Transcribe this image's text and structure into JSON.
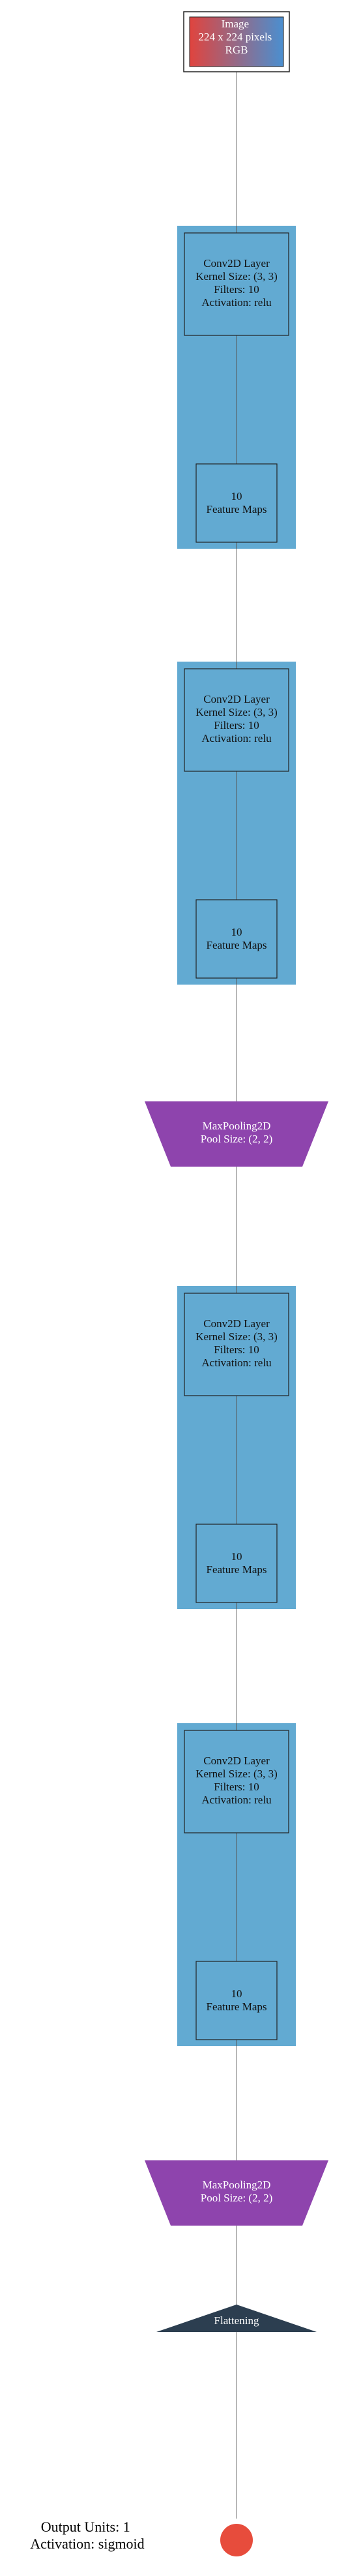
{
  "input": {
    "lines": [
      "Image",
      "224 x 224 pixels",
      "RGB"
    ],
    "gradient_start": "#e0443e",
    "gradient_end": "#4a8fd0"
  },
  "conv_blocks": [
    {
      "layer_lines": [
        "Conv2D Layer",
        "Kernel Size: (3, 3)",
        "Filters: 10",
        "Activation: relu"
      ],
      "map_lines": [
        "10",
        "Feature Maps"
      ]
    },
    {
      "layer_lines": [
        "Conv2D Layer",
        "Kernel Size: (3, 3)",
        "Filters: 10",
        "Activation: relu"
      ],
      "map_lines": [
        "10",
        "Feature Maps"
      ]
    },
    {
      "layer_lines": [
        "Conv2D Layer",
        "Kernel Size: (3, 3)",
        "Filters: 10",
        "Activation: relu"
      ],
      "map_lines": [
        "10",
        "Feature Maps"
      ]
    },
    {
      "layer_lines": [
        "Conv2D Layer",
        "Kernel Size: (3, 3)",
        "Filters: 10",
        "Activation: relu"
      ],
      "map_lines": [
        "10",
        "Feature Maps"
      ]
    }
  ],
  "pool_layers": [
    {
      "lines": [
        "MaxPooling2D",
        "Pool Size: (2, 2)"
      ]
    },
    {
      "lines": [
        "MaxPooling2D",
        "Pool Size: (2, 2)"
      ]
    }
  ],
  "flatten": {
    "label": "Flattening"
  },
  "output": {
    "lines": [
      "Output Units: 1",
      "Activation: sigmoid"
    ]
  },
  "colors": {
    "conv_block": "#62aad2",
    "pool": "#8e44ad",
    "flatten": "#2c3e50",
    "output_node": "#e74c3c",
    "connector": "#888888",
    "border": "#222222"
  }
}
